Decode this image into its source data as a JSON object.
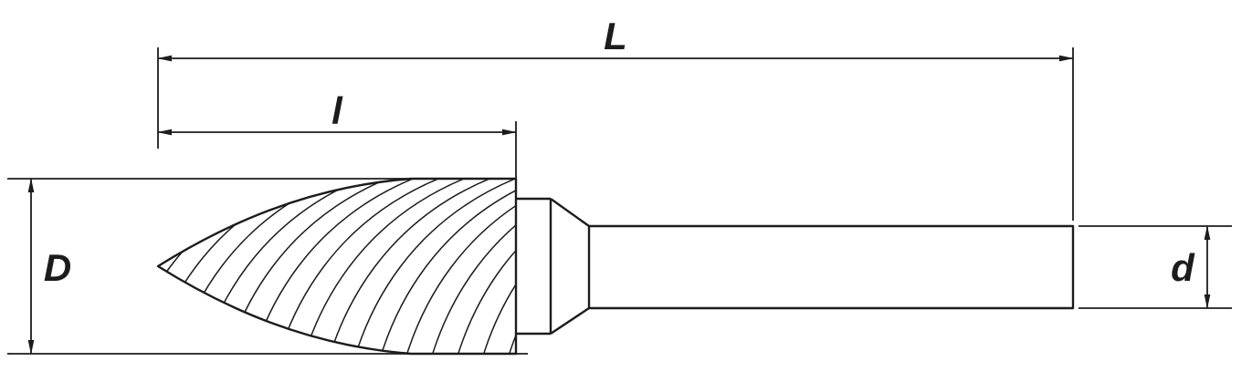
{
  "diagram": {
    "labels": {
      "overall_length": "L",
      "cutting_length": "l",
      "head_diameter": "D",
      "shank_diameter": "d"
    },
    "colors": {
      "line": "#1c1c1c",
      "background": "#ffffff"
    }
  }
}
